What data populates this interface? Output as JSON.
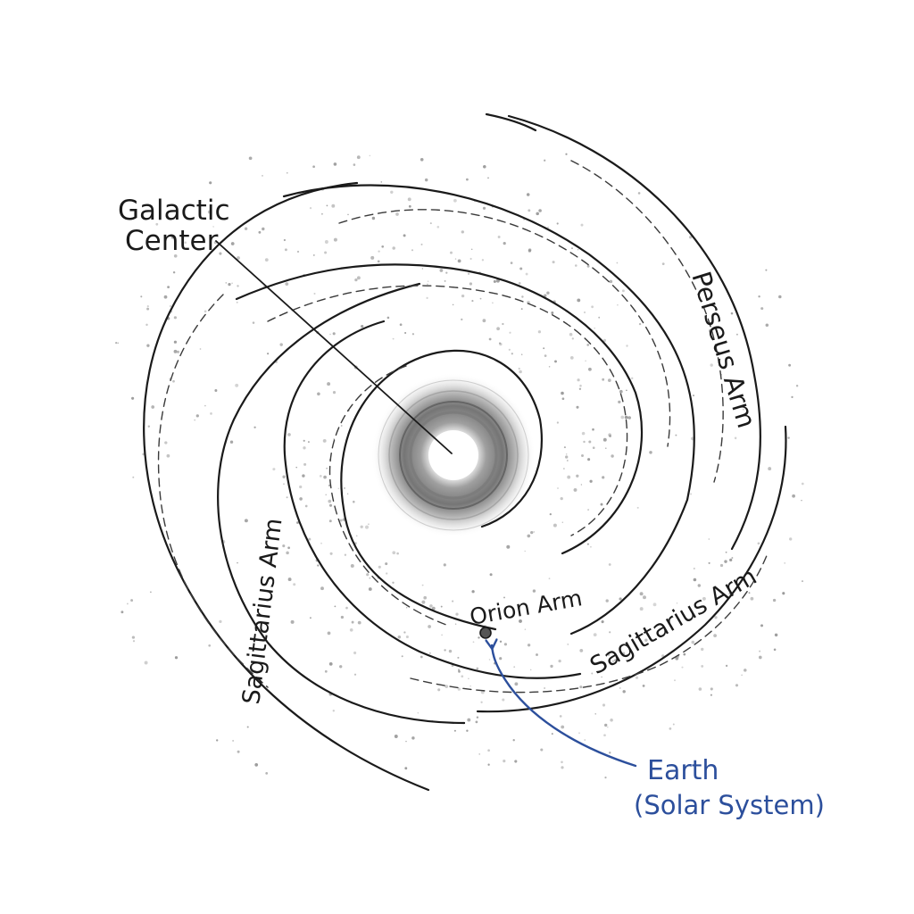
{
  "labels": {
    "center_line1": "Galactic",
    "center_line2": "Center",
    "perseus": "Perseus Arm",
    "orion": "Orion Arm",
    "sagittarius_left": "Sagittarius Arm",
    "sagittarius_right": "Sagittarius Arm",
    "earth_line1": "Earth",
    "earth_line2": "(Solar System)"
  },
  "colors": {
    "ink": "#1a1a1a",
    "earth_blue": "#2c4f9c",
    "dust": "#8a8a8a"
  }
}
